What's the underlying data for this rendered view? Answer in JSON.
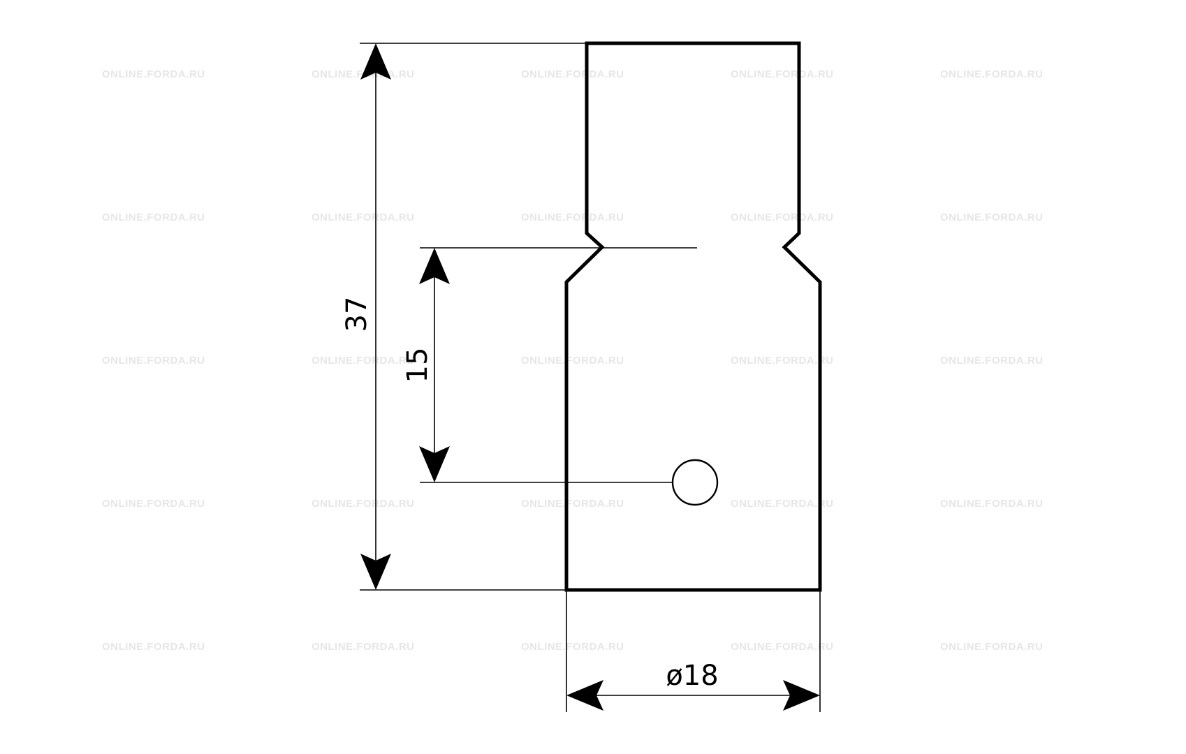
{
  "watermark": {
    "text": "ONLINE.FORDA.RU"
  },
  "dimensions": {
    "total_length": "37",
    "hole_offset": "15",
    "diameter": "ø18"
  },
  "colors": {
    "line": "#000000",
    "background": "#ffffff",
    "watermark": "#e6e6e6"
  }
}
